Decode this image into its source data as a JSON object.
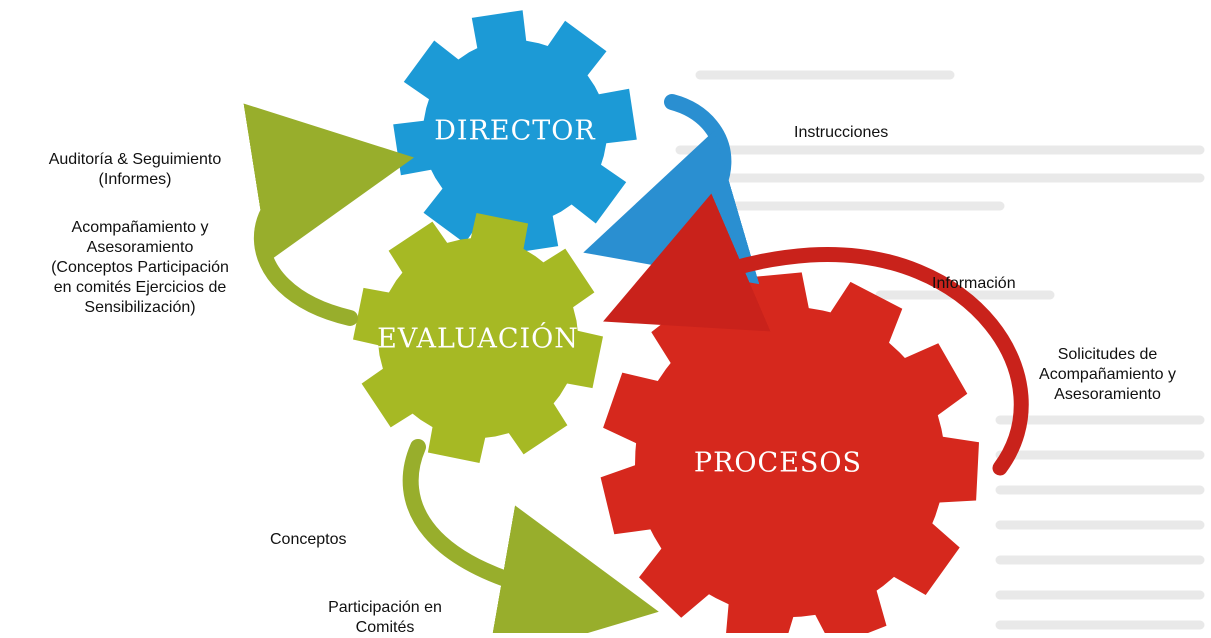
{
  "colors": {
    "director": "#1c9ad6",
    "evaluacion": "#a6b924",
    "procesos": "#d6281d",
    "arrow_green": "#98ae2c",
    "arrow_blue": "#2a8fd1",
    "arrow_red": "#c9221b",
    "label_text": "#111111"
  },
  "gears": {
    "director": "DIRECTOR",
    "evaluacion": "EVALUACIÓN",
    "procesos": "PROCESOS"
  },
  "labels": {
    "instrucciones": "Instrucciones",
    "auditoria_line1": "Auditoría & Seguimiento",
    "auditoria_line2": "(Informes)",
    "acomp_line1": "Acompañamiento y",
    "acomp_line2": "Asesoramiento",
    "acomp_line3": "(Conceptos  Participación",
    "acomp_line4": "en comités Ejercicios de",
    "acomp_line5": "Sensibilización)",
    "informacion": "Información",
    "solicitudes_line1": "Solicitudes de",
    "solicitudes_line2": "Acompañamiento y",
    "solicitudes_line3": "Asesoramiento",
    "conceptos": "Conceptos",
    "participacion_line1": "Participación en",
    "participacion_line2": "Comités"
  }
}
